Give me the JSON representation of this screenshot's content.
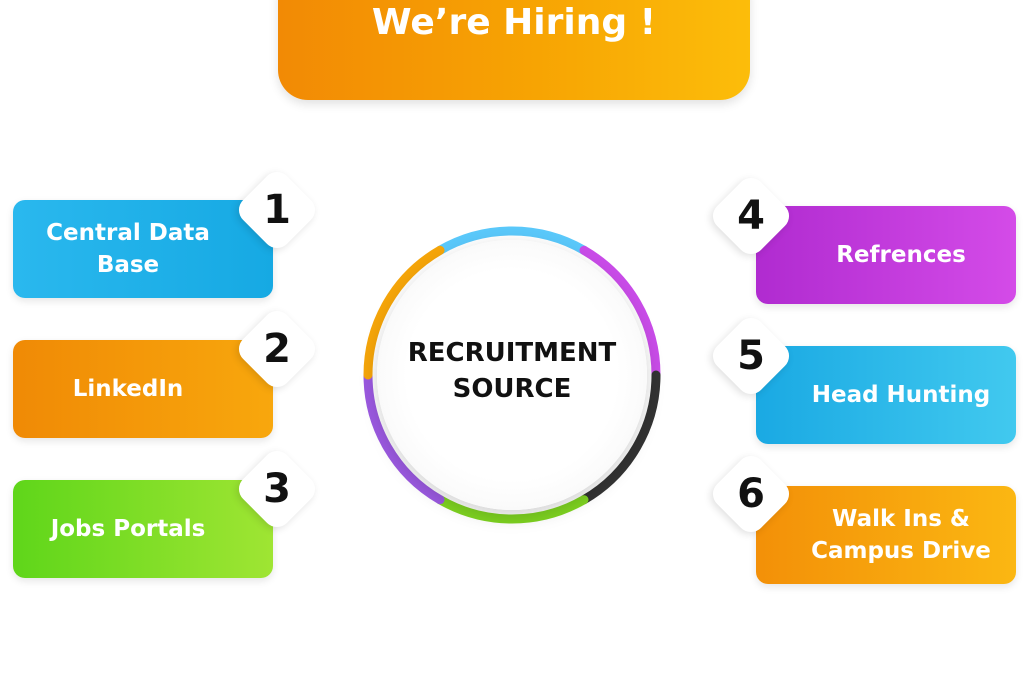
{
  "banner": {
    "title": "We’re Hiring !"
  },
  "center": {
    "line1": "RECRUITMENT",
    "line2": "SOURCE"
  },
  "sources": [
    {
      "num": "1",
      "line1": "Central Data",
      "line2": "Base"
    },
    {
      "num": "2",
      "line1": "LinkedIn",
      "line2": ""
    },
    {
      "num": "3",
      "line1": "Jobs Portals",
      "line2": ""
    },
    {
      "num": "4",
      "line1": "Refrences",
      "line2": ""
    },
    {
      "num": "5",
      "line1": "Head Hunting",
      "line2": ""
    },
    {
      "num": "6",
      "line1": "Walk Ins &",
      "line2": "Campus Drive"
    }
  ],
  "colors": {
    "ring": [
      "#5ac8fa",
      "#c94ce8",
      "#333333",
      "#7ed321",
      "#9b59e0",
      "#f5a50a"
    ]
  }
}
